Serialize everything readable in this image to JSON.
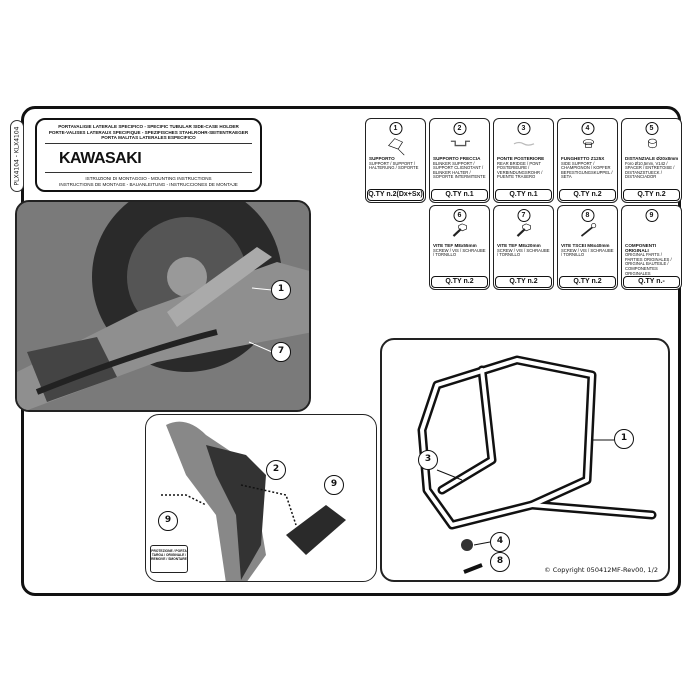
{
  "side_code": "PLX4104 - KLX4104",
  "header": {
    "titles": [
      "PORTAVALIGIE LATERALE SPECIFICO  -  SPECIFIC TUBULAR SIDE-CASE HOLDER",
      "PORTE-VALISES LATERAUX SPECIFIQUE - SPEZIFISCHES STAHLROHR-SEITENTRAEGER",
      "PORTA MALITAS LATERALES ESPECIFICO"
    ],
    "brand": "KAWASAKI",
    "instructions": [
      "ISTRUZIONI DI MONTAGGIO  -  MOUNTING INSTRUCTIONS",
      "INSTRUCTIONS DE MONTAGE - BAUANLEITUNG - INSTRUCCIONES DE MONTAJE"
    ]
  },
  "parts": [
    {
      "num": "1",
      "name": "SUPPORTO",
      "langs": "SUPPORT / SUPPORT / HALTERUNG / SOPORTE",
      "qty": "Q.TY n.2(Dx+Sx)",
      "icon": "frame"
    },
    {
      "num": "2",
      "name": "SUPPORTO FRECCIA",
      "langs": "BLINKER SUPPORT / SUPPORT CLIGNOTANT / BLINKER HALTER / SOPORTE INTERMITENTE",
      "qty": "Q.TY n.1",
      "icon": "bracket"
    },
    {
      "num": "3",
      "name": "PONTE POSTERIORE",
      "langs": "REAR BRIDGE / PONT POSTERIEURE / VERBINDUNGSROHR / PUENTE TRASERO",
      "qty": "Q.TY n.1",
      "icon": "bar"
    },
    {
      "num": "4",
      "name": "FUNGHETTO Z125X",
      "langs": "SIDE SUPPORT / CHAMPIGNON / KOPFER BEFESTIGUNGSKUPPEL / SETA",
      "qty": "Q.TY n.2",
      "icon": "mushroom"
    },
    {
      "num": "5",
      "name": "DISTANZIALE Ø20x8mm",
      "langs": "Foro Ø10,5mm, V142 / SPACER / ENTRETOISE / DISTANZSTUECK / DISTANCIADOR",
      "qty": "Q.TY n.2",
      "icon": "spacer"
    },
    {
      "num": "6",
      "name": "VITE TEF M8x55mm",
      "langs": "SCREW / VIS / SCHRAUBE / TORNILLO",
      "qty": "Q.TY n.2",
      "icon": "hex-bolt"
    },
    {
      "num": "7",
      "name": "VITE TEF M8x20mm",
      "langs": "SCREW / VIS / SCHRAUBE / TORNILLO",
      "qty": "Q.TY n.2",
      "icon": "hex-bolt"
    },
    {
      "num": "8",
      "name": "VITE TSCEI M6x40mm",
      "langs": "SCREW / VIS / SCHRAUBE / TORNILLO",
      "qty": "Q.TY n.2",
      "icon": "countersunk-bolt"
    },
    {
      "num": "9",
      "name": "COMPONENTI ORIGINALI",
      "langs": "ORIGINAL PARTS / PARTIES ORIGINALES / ORIGINAL BAUTEILE / COMPONENTES ORIGINALES",
      "qty": "Q.TY n.-",
      "icon": "none"
    }
  ],
  "callouts": {
    "photo": [
      "1",
      "7"
    ],
    "panel2": [
      "2",
      "9",
      "9"
    ],
    "panel3": [
      "1",
      "3",
      "4",
      "8"
    ]
  },
  "panel2_label": "PROTEZIONE / PORTA TARGA / ORIGINALE / REMOVE / SMONTARE",
  "copyright": "© Copyright 050412MF-Rev00, 1/2",
  "colors": {
    "ink": "#111111",
    "photo_gray": "#6b6b6b"
  }
}
